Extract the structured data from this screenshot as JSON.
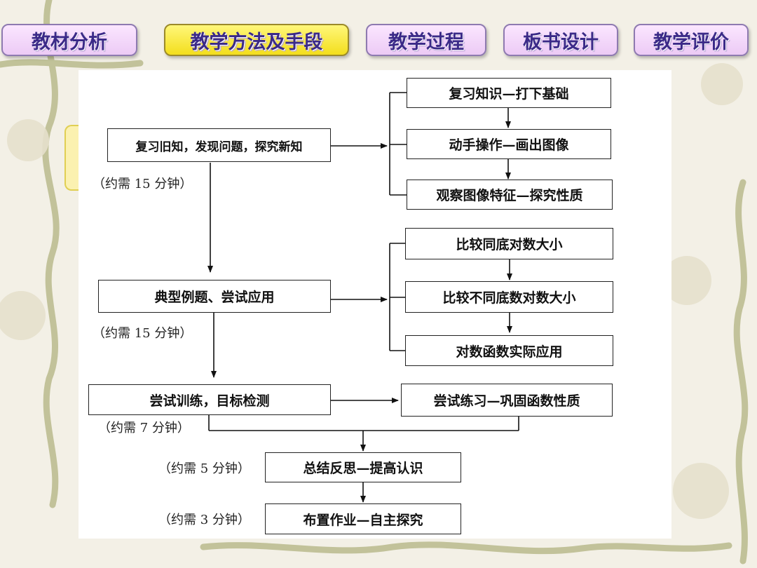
{
  "tabs": [
    {
      "label": "教材分析"
    },
    {
      "label": "教学方法及手段"
    },
    {
      "label": "教学过程"
    },
    {
      "label": "板书设计"
    },
    {
      "label": "教学评价"
    }
  ],
  "active_tab": "教学方法及手段",
  "flow": {
    "step1": {
      "label": "复习旧知，发现问题，探究新知",
      "time": "（约需 15 分钟）"
    },
    "step1_sub": [
      "复习知识—打下基础",
      "动手操作—画出图像",
      "观察图像特征—探究性质"
    ],
    "step2": {
      "label": "典型例题、尝试应用",
      "time": "（约需 15 分钟）"
    },
    "step2_sub": [
      "比较同底对数大小",
      "比较不同底数对数大小",
      "对数函数实际应用"
    ],
    "step3": {
      "label": "尝试训练，目标检测",
      "time": "（约需 7 分钟）"
    },
    "step3_sub": "尝试练习—巩固函数性质",
    "step4": {
      "label": "总结反思—提高认识",
      "time": "（约需 5 分钟）"
    },
    "step5": {
      "label": "布置作业—自主探究",
      "time": "（约需 3 分钟）"
    }
  },
  "colors": {
    "tab_active": "#f3de1c",
    "tab_inactive": "#eccaf5",
    "tab_text": "#3b2a88",
    "vine": "#b8b98a"
  }
}
